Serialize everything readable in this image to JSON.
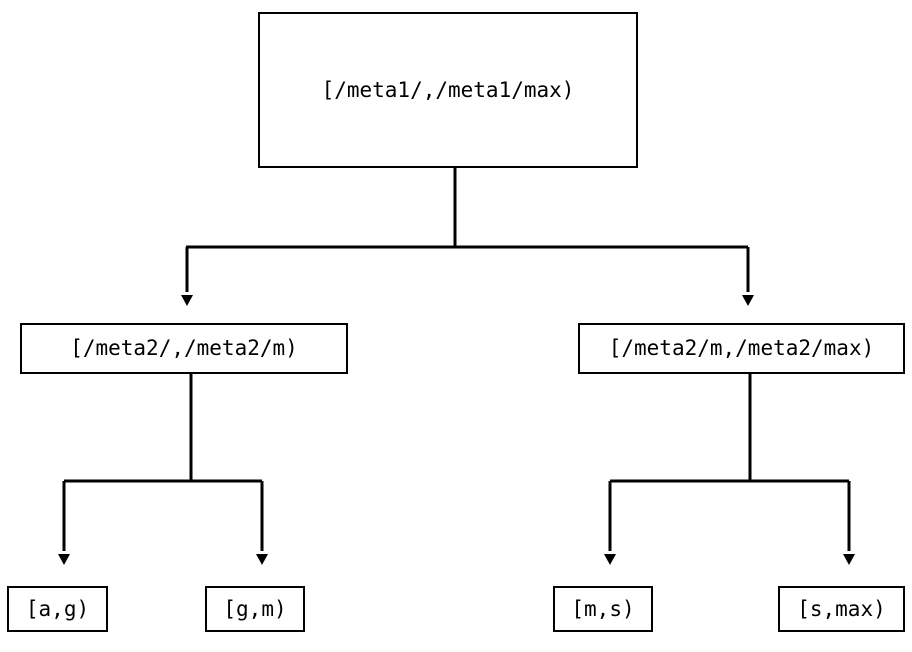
{
  "diagram": {
    "type": "tree",
    "title": "",
    "background_color": "#ffffff",
    "line_color": "#000000",
    "text_color": "#000000",
    "nodes": {
      "root": {
        "label": "[/meta1/,/meta1/max)",
        "level": 0
      },
      "level2": [
        {
          "label": "[/meta2/,/meta2/m)",
          "level": 1
        },
        {
          "label": "[/meta2/m,/meta2/max)",
          "level": 1
        }
      ],
      "leaves": [
        {
          "label": "[a,g)",
          "level": 2
        },
        {
          "label": "[g,m)",
          "level": 2
        },
        {
          "label": "[m,s)",
          "level": 2
        },
        {
          "label": "[s,max)",
          "level": 2
        }
      ]
    },
    "edges": [
      {
        "from": "[/meta1/,/meta1/max)",
        "to": "[/meta2/,/meta2/m)",
        "arrow": "triangle-down"
      },
      {
        "from": "[/meta1/,/meta1/max)",
        "to": "[/meta2/m,/meta2/max)",
        "arrow": "triangle-down"
      },
      {
        "from": "[/meta2/,/meta2/m)",
        "to": "[a,g)",
        "arrow": "triangle-down"
      },
      {
        "from": "[/meta2/,/meta2/m)",
        "to": "[g,m)",
        "arrow": "triangle-down"
      },
      {
        "from": "[/meta2/m,/meta2/max)",
        "to": "[m,s)",
        "arrow": "triangle-down"
      },
      {
        "from": "[/meta2/m,/meta2/max)",
        "to": "[s,max)",
        "arrow": "triangle-down"
      }
    ]
  }
}
